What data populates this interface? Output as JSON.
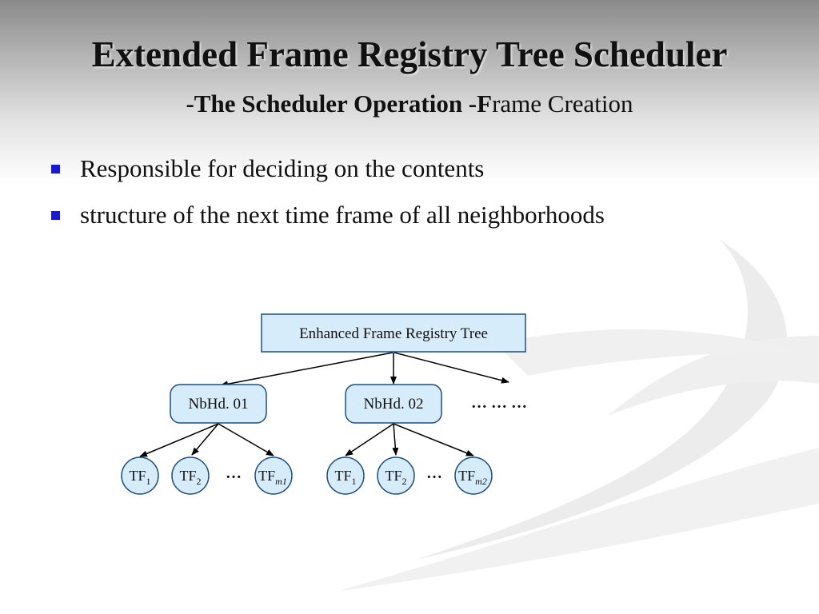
{
  "slide": {
    "title": "Extended Frame Registry Tree Scheduler",
    "subtitle_bold": "-The Scheduler Operation -F",
    "subtitle_rest": "rame Creation",
    "bullets": [
      "Responsible for deciding on the contents",
      "structure of  the next time frame of  all neighborhoods"
    ]
  },
  "diagram": {
    "root_label": "Enhanced Frame Registry Tree",
    "neighborhoods": [
      "NbHd. 01",
      "NbHd. 02"
    ],
    "more_neighborhoods": "… … …",
    "tf_base": "TF",
    "group1": {
      "nodes": [
        {
          "sub": "1",
          "sub_italic": false
        },
        {
          "sub": "2",
          "sub_italic": false
        },
        {
          "sub": "m1",
          "sub_italic": true
        }
      ],
      "ellipsis": "…"
    },
    "group2": {
      "nodes": [
        {
          "sub": "1",
          "sub_italic": false
        },
        {
          "sub": "2",
          "sub_italic": false
        },
        {
          "sub": "m2",
          "sub_italic": true
        }
      ],
      "ellipsis": "…"
    },
    "colors": {
      "node_fill": "#d7ecfa",
      "node_stroke": "#1f4f7f",
      "bullet": "#1a1acc"
    }
  }
}
